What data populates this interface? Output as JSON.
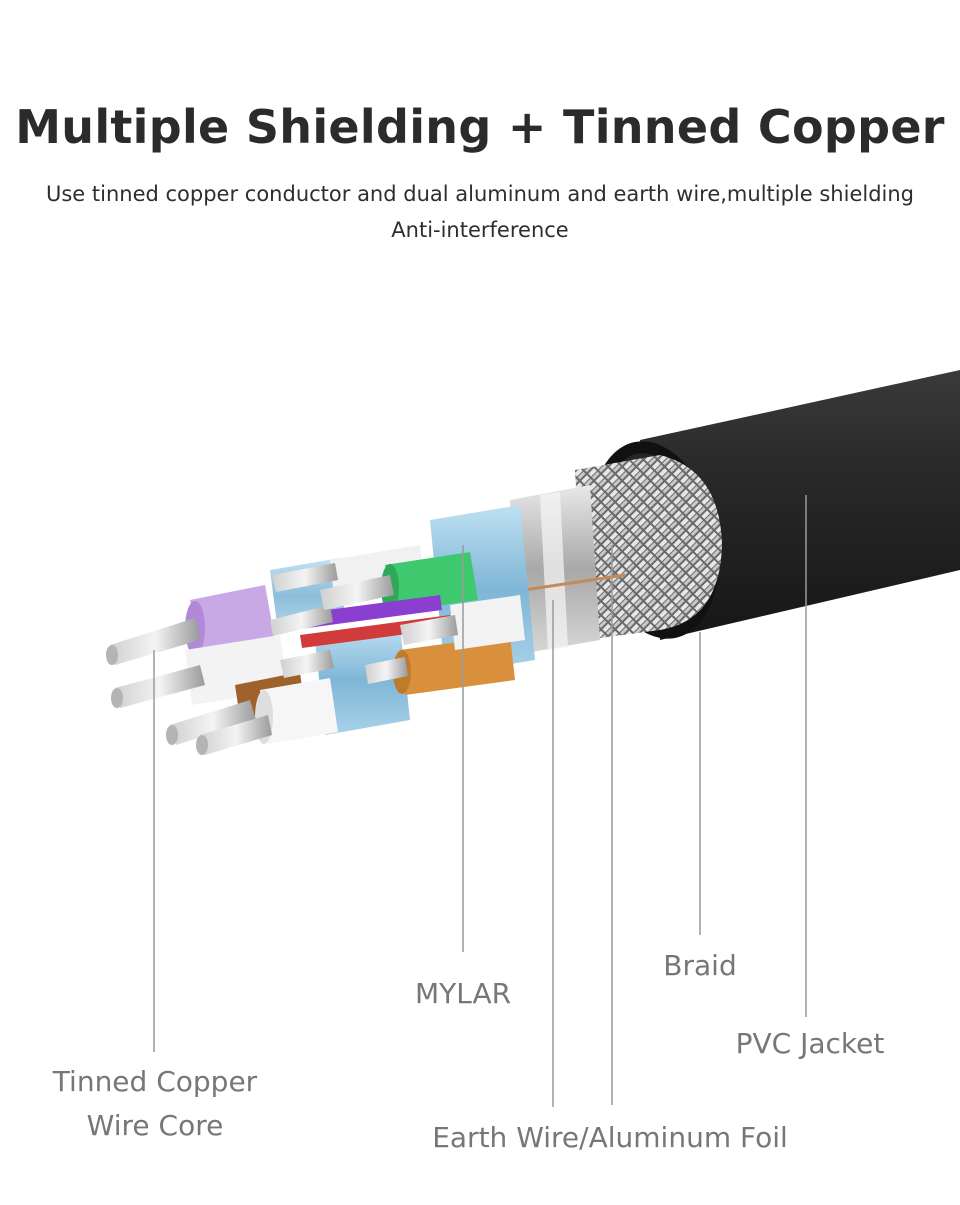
{
  "header": {
    "title": "Multiple Shielding + Tinned Copper",
    "subtitle_line1": "Use tinned copper conductor and dual aluminum and earth wire,multiple shielding",
    "subtitle_line2": "Anti-interference"
  },
  "labels": {
    "core_line1": "Tinned Copper",
    "core_line2": "Wire Core",
    "mylar": "MYLAR",
    "foil": "Earth Wire/Aluminum Foil",
    "braid": "Braid",
    "jacket": "PVC Jacket"
  },
  "colors": {
    "jacket": "#2a2a2a",
    "foil_blue": "#8fc3e0",
    "conductor_purple": "#c9a8e6",
    "conductor_green": "#3fc96e",
    "conductor_orange": "#d9903d",
    "leader_line": "#9a9a9a"
  }
}
